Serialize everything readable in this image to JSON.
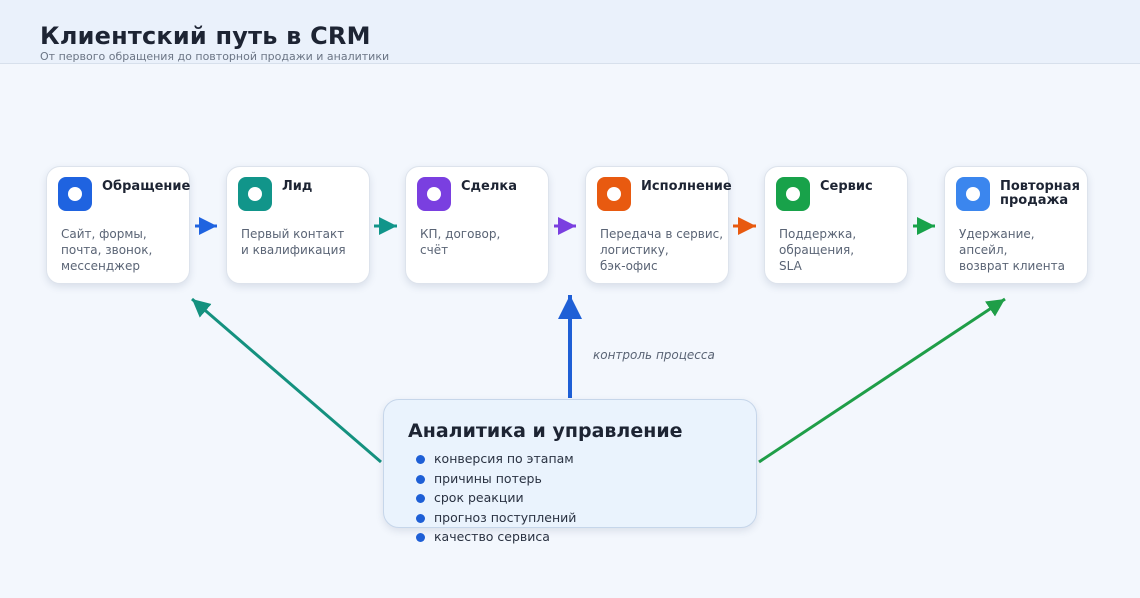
{
  "header": {
    "title": "Клиентский путь в CRM",
    "subtitle": "От первого обращения до повторной продажи и аналитики"
  },
  "stages": [
    {
      "title": "Обращение",
      "desc": "Сайт, формы,\nпочта, звонок,\nмессенджер",
      "color": "#1f63e0"
    },
    {
      "title": "Лид",
      "desc": "Первый контакт\nи квалификация",
      "color": "#11958a"
    },
    {
      "title": "Сделка",
      "desc": "КП, договор,\nсчёт",
      "color": "#7a3fe0"
    },
    {
      "title": "Исполнение",
      "desc": "Передача в сервис,\nлогистику,\nбэк-офис",
      "color": "#e85a10"
    },
    {
      "title": "Сервис",
      "desc": "Поддержка,\nобращения,\nSLA",
      "color": "#18a24a"
    },
    {
      "title": "Повторная продажа",
      "desc": "Удержание,\nапсейл,\nвозврат клиента",
      "color": "#3b86ee"
    }
  ],
  "control_label": "контроль процесса",
  "analytics": {
    "title": "Аналитика и управление",
    "metrics": [
      "конверсия по этапам",
      "причины потерь",
      "срок реакции",
      "прогноз поступлений",
      "качество сервиса"
    ],
    "bullet_color": "#1e5fd6"
  },
  "connector_colors": {
    "to_first": "#14917f",
    "control": "#1e5fd6",
    "to_last": "#1f9e48"
  }
}
